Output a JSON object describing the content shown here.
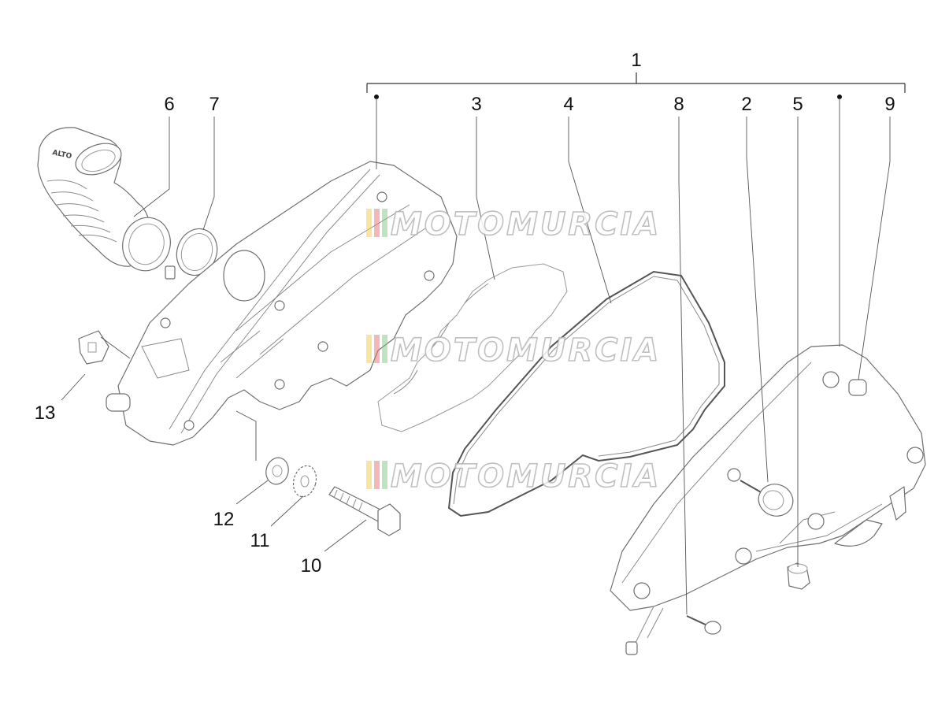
{
  "diagram": {
    "group_label": "1",
    "callouts": [
      {
        "id": "c1",
        "text": "1"
      },
      {
        "id": "c2",
        "text": "2"
      },
      {
        "id": "c3",
        "text": "3"
      },
      {
        "id": "c4",
        "text": "4"
      },
      {
        "id": "c5",
        "text": "5"
      },
      {
        "id": "c6",
        "text": "6"
      },
      {
        "id": "c7",
        "text": "7"
      },
      {
        "id": "c8",
        "text": "8"
      },
      {
        "id": "c9",
        "text": "9"
      },
      {
        "id": "c10",
        "text": "10"
      },
      {
        "id": "c11",
        "text": "11"
      },
      {
        "id": "c12",
        "text": "12"
      },
      {
        "id": "c13",
        "text": "13"
      }
    ],
    "hose_marking": "ALTO",
    "watermark": {
      "text": "MOTOMURCIA",
      "stripe_colors": [
        "#f2c94c",
        "#e57373",
        "#81c784"
      ]
    }
  }
}
